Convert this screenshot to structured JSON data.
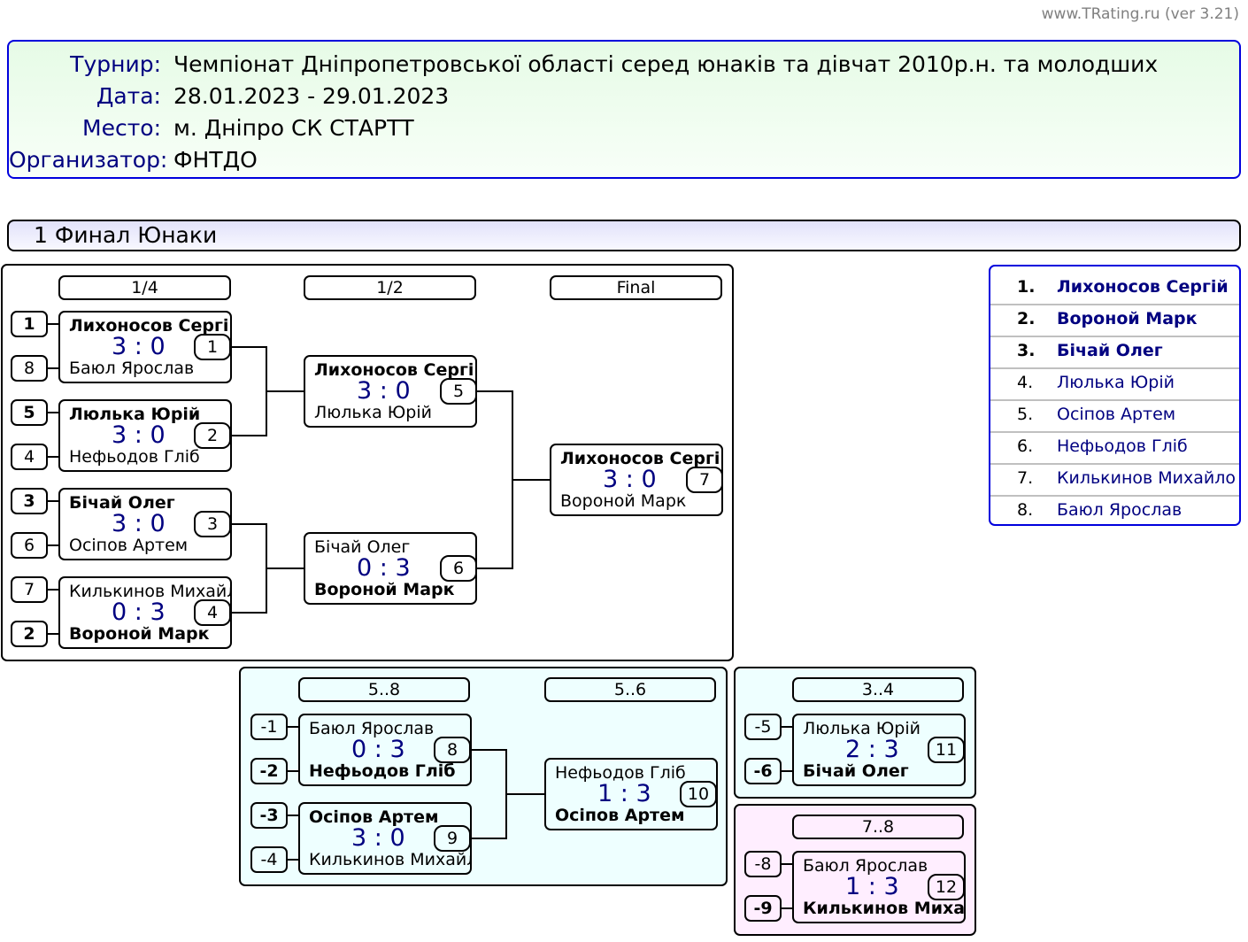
{
  "credit": "www.TRating.ru (ver 3.21)",
  "info": {
    "rows": [
      {
        "label": "Турнир:",
        "value": "Чемпіонат Дніпропетровської області серед юнаків та дівчат 2010р.н. та молодших"
      },
      {
        "label": "Дата:",
        "value": "28.01.2023 - 29.01.2023"
      },
      {
        "label": "Место:",
        "value": "м. Дніпро СК СТАРТТ"
      },
      {
        "label": "Организатор:",
        "value": "ФНТДО"
      }
    ]
  },
  "group_title": "1 Финал Юнаки",
  "stages": {
    "quarter": "1/4",
    "semi": "1/2",
    "final": "Final",
    "p5_8": "5..8",
    "p5_6": "5..6",
    "p3_4": "3..4",
    "p7_8": "7..8"
  },
  "seeds": {
    "m1": [
      "1",
      "8"
    ],
    "m2": [
      "5",
      "4"
    ],
    "m3": [
      "3",
      "6"
    ],
    "m4": [
      "7",
      "2"
    ],
    "m8": [
      "-1",
      "-2"
    ],
    "m9": [
      "-3",
      "-4"
    ],
    "m11": [
      "-5",
      "-6"
    ],
    "m12": [
      "-8",
      "-9"
    ]
  },
  "matches": {
    "m1": {
      "num": "1",
      "p1": "Лихоносов Сергій",
      "p2": "Баюл Ярослав",
      "score": "3 : 0",
      "winner": 1
    },
    "m2": {
      "num": "2",
      "p1": "Люлька Юрій",
      "p2": "Нефьодов Гліб",
      "score": "3 : 0",
      "winner": 1
    },
    "m3": {
      "num": "3",
      "p1": "Бічай Олег",
      "p2": "Осіпов Артем",
      "score": "3 : 0",
      "winner": 1
    },
    "m4": {
      "num": "4",
      "p1": "Килькинов Михайло",
      "p2": "Вороной Марк",
      "score": "0 : 3",
      "winner": 2
    },
    "m5": {
      "num": "5",
      "p1": "Лихоносов Сергій",
      "p2": "Люлька Юрій",
      "score": "3 : 0",
      "winner": 1
    },
    "m6": {
      "num": "6",
      "p1": "Бічай Олег",
      "p2": "Вороной Марк",
      "score": "0 : 3",
      "winner": 2
    },
    "m7": {
      "num": "7",
      "p1": "Лихоносов Сергій",
      "p2": "Вороной Марк",
      "score": "3 : 0",
      "winner": 1
    },
    "m8": {
      "num": "8",
      "p1": "Баюл Ярослав",
      "p2": "Нефьодов Гліб",
      "score": "0 : 3",
      "winner": 2
    },
    "m9": {
      "num": "9",
      "p1": "Осіпов Артем",
      "p2": "Килькинов Михайло",
      "score": "3 : 0",
      "winner": 1
    },
    "m10": {
      "num": "10",
      "p1": "Нефьодов Гліб",
      "p2": "Осіпов Артем",
      "score": "1 : 3",
      "winner": 2
    },
    "m11": {
      "num": "11",
      "p1": "Люлька Юрій",
      "p2": "Бічай Олег",
      "score": "2 : 3",
      "winner": 2
    },
    "m12": {
      "num": "12",
      "p1": "Баюл Ярослав",
      "p2": "Килькинов Михайло",
      "score": "1 : 3",
      "winner": 2
    }
  },
  "standings": [
    {
      "rank": "1.",
      "name": "Лихоносов Сергій"
    },
    {
      "rank": "2.",
      "name": "Вороной Марк"
    },
    {
      "rank": "3.",
      "name": "Бічай Олег"
    },
    {
      "rank": "4.",
      "name": "Люлька Юрій"
    },
    {
      "rank": "5.",
      "name": "Осіпов Артем"
    },
    {
      "rank": "6.",
      "name": "Нефьодов Гліб"
    },
    {
      "rank": "7.",
      "name": "Килькинов Михайло"
    },
    {
      "rank": "8.",
      "name": "Баюл Ярослав"
    }
  ]
}
